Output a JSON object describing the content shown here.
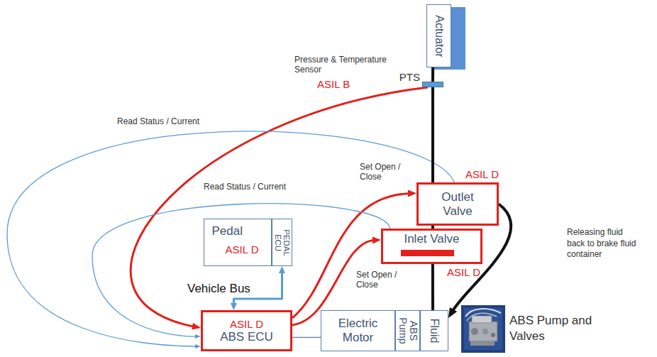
{
  "diagram": {
    "nodes": [
      {
        "text": [
          "Actuator"
        ]
      },
      {
        "text": [
          "Pressure & Temperature Sensor",
          "PTS"
        ]
      },
      {
        "text": [
          "Outlet Valve",
          "ASIL D"
        ]
      },
      {
        "text": [
          "Inlet Valve",
          "ASIL D"
        ]
      },
      {
        "text": [
          "Pedal",
          "ASIL D"
        ]
      },
      {
        "text": [
          "PEDAL ECU"
        ]
      },
      {
        "text": [
          "ASIL D",
          "ABS ECU"
        ]
      },
      {
        "text": [
          "Electric Motor"
        ]
      },
      {
        "text": [
          "ABS Pump"
        ]
      },
      {
        "text": [
          "Fluid"
        ]
      }
    ],
    "edges": [
      {
        "from": 1,
        "to": 6,
        "arrow": "to",
        "label": "ASIL B"
      },
      {
        "from": 6,
        "to": 2,
        "arrow": "to",
        "label": "Set Open / Close"
      },
      {
        "from": 6,
        "to": 3,
        "arrow": "to",
        "label": "Set Open / Close"
      },
      {
        "from": 2,
        "to": 6,
        "arrow": "to",
        "label": "Read Status / Current"
      },
      {
        "from": 3,
        "to": 6,
        "arrow": "to",
        "label": "Read Status / Current"
      },
      {
        "from": 6,
        "to": 5,
        "arrow": "both",
        "label": "Vehicle Bus"
      },
      {
        "from": 6,
        "to": 7,
        "arrow": "none"
      },
      {
        "from": 9,
        "to": 3,
        "arrow": "none"
      },
      {
        "from": 3,
        "to": 2,
        "arrow": "none"
      },
      {
        "from": 2,
        "to": 1,
        "arrow": "none"
      },
      {
        "from": 1,
        "to": 0,
        "arrow": "none"
      },
      {
        "from": 2,
        "to": 9,
        "arrow": "to",
        "label": "Releasing fluid back to brake fluid container"
      }
    ],
    "labels": [
      "ABS Pump and Valves"
    ]
  }
}
